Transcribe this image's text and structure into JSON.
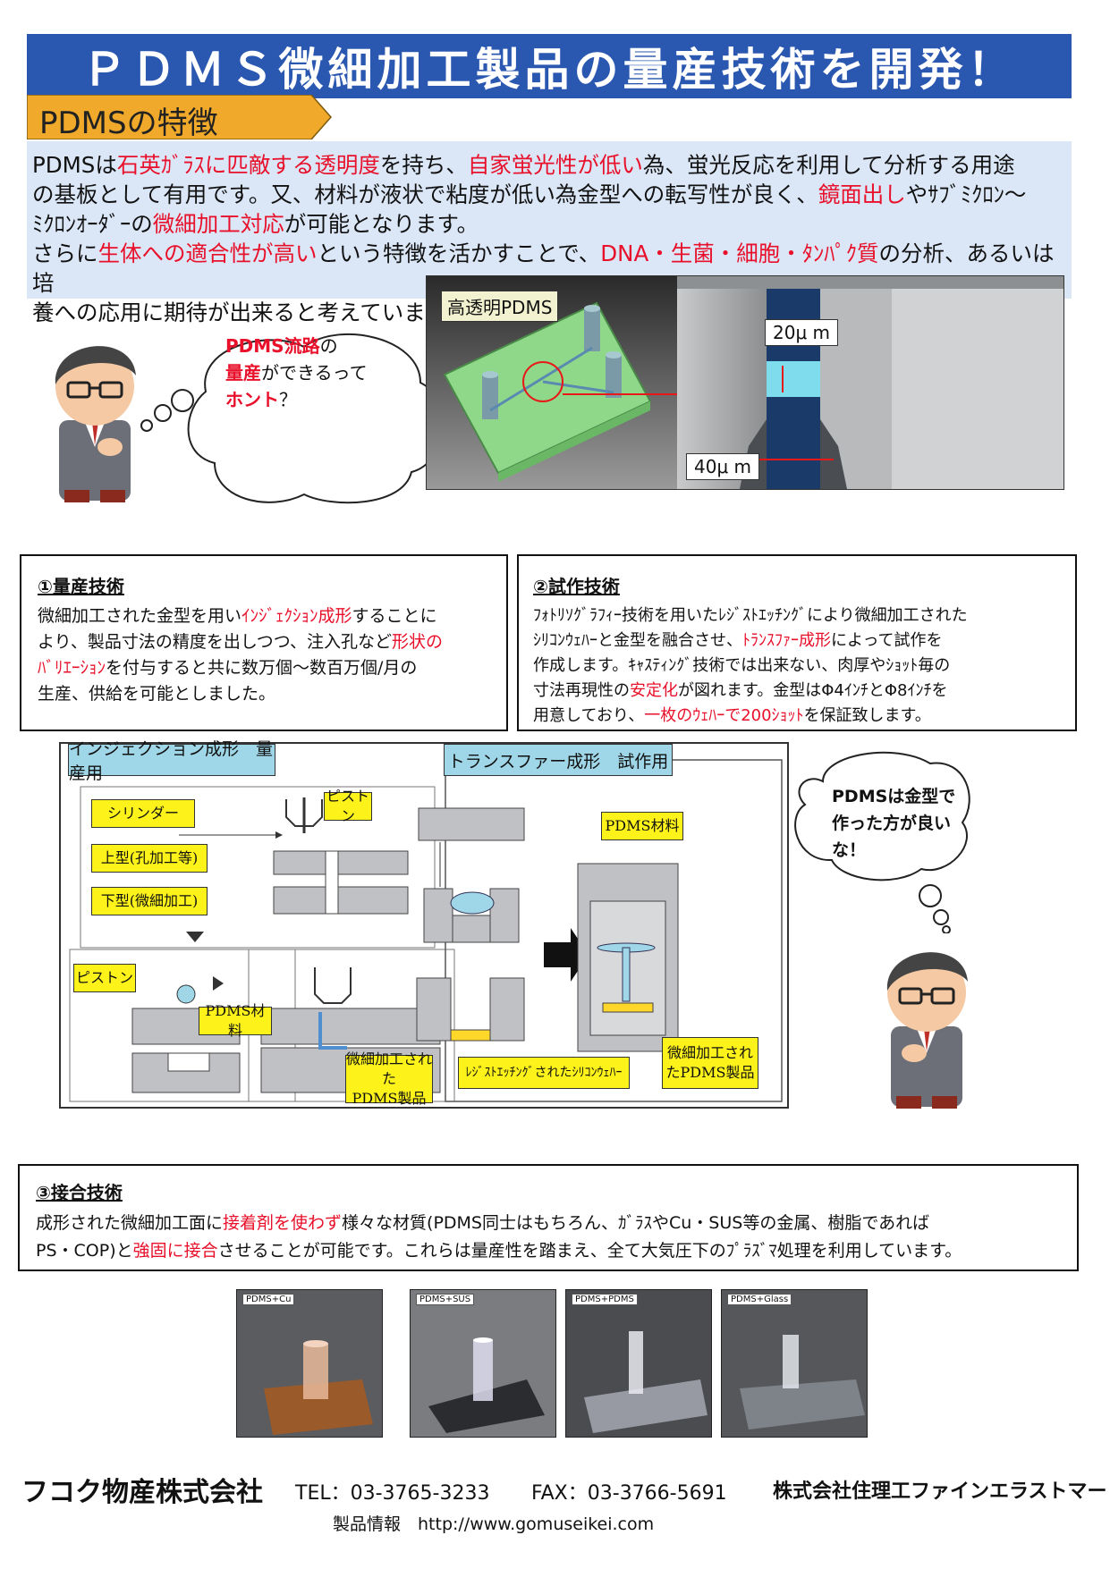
{
  "title": "ＰＤＭＳ微細加工製品の量産技術を開発！",
  "section_tab": "PDMSの特徴",
  "intro": {
    "l1_a": "PDMSは",
    "l1_b": "石英ｶﾞﾗｽに匹敵する透明度",
    "l1_c": "を持ち、",
    "l1_d": "自家蛍光性が低い",
    "l1_e": "為、蛍光反応を利用して分析する用途",
    "l2_a": "の基板として有用です。又、材料が液状で粘度が低い為金型への転写性が良く、",
    "l2_b": "鏡面出し",
    "l2_c": "やｻﾌﾞﾐｸﾛﾝ〜",
    "l3_a": "ﾐｸﾛﾝｵｰﾀﾞｰの",
    "l3_b": "微細加工対応",
    "l3_c": "が可能となります。",
    "l4_a": "さらに",
    "l4_b": "生体への適合性が高い",
    "l4_c": "という特徴を活かすことで、",
    "l4_d": "DNA・生菌・細胞・ﾀﾝﾊﾟｸ質",
    "l4_e": "の分析、あるいは培",
    "l5": "養への応用に期待が出来ると考えています。(耐溶剤用途としてﾌｯ素ｺﾞﾑもﾊﾞﾘｴｰｼｮﾝに加えております)"
  },
  "bubble1": {
    "a": "PDMS流路",
    "b": "の",
    "c": "量産",
    "d": "ができるって",
    "e": "ホント",
    "f": "？"
  },
  "pdms_image": {
    "label": "高透明PDMS",
    "dim_top": "20μ m",
    "dim_bottom": "40μ m"
  },
  "tech1": {
    "heading": "①量産技術",
    "l1_a": "微細加工された金型を用い",
    "l1_b": "ｲﾝｼﾞｪｸｼｮﾝ成形",
    "l1_c": "することに",
    "l2_a": "より、製品寸法の精度を出しつつ、注入孔など",
    "l2_b": "形状の",
    "l3_a": "ﾊﾞﾘｴｰｼｮﾝ",
    "l3_b": "を付与すると共に数万個〜数百万個/月の",
    "l4": "生産、供給を可能としました。"
  },
  "tech2": {
    "heading": "②試作技術",
    "l1": "ﾌｫﾄﾘｿｸﾞﾗﾌｨｰ技術を用いたﾚｼﾞｽﾄｴｯﾁﾝｸﾞにより微細加工された",
    "l2_a": "ｼﾘｺﾝｳｪﾊｰと金型を融合させ、",
    "l2_b": "ﾄﾗﾝｽﾌｧｰ成形",
    "l2_c": "によって試作を",
    "l3": "作成します。ｷｬｽﾃｨﾝｸﾞ技術では出来ない、肉厚やｼｮｯﾄ毎の",
    "l4_a": "寸法再現性の",
    "l4_b": "安定化",
    "l4_c": "が図れます。金型はΦ4ｲﾝﾁとΦ8ｲﾝﾁを",
    "l5_a": "用意しており、",
    "l5_b": "一枚のｳｪﾊｰで200ｼｮｯﾄ",
    "l5_c": "を保証致します。"
  },
  "diagram": {
    "injection_tab": "インジェクション成形　量産用",
    "transfer_tab": "トランスファー成形　試作用",
    "cylinder": "シリンダー",
    "piston_top": "ピストン",
    "upper_mold": "上型(孔加工等)",
    "lower_mold": "下型(微細加工)",
    "piston_bottom": "ピストン",
    "pdms_material_left": "PDMS材料",
    "product_left": "微細加工された\nPDMS製品",
    "pdms_material_right": "PDMS材料",
    "resist_wafer": "ﾚｼﾞｽﾄｴｯﾁﾝｸﾞされたｼﾘｺﾝｳｪﾊｰ",
    "product_right": "微細加工されたPDMS製品"
  },
  "bubble2": {
    "l1": "PDMSは金型で",
    "l2": "作った方が良い",
    "l3": "な！"
  },
  "tech3": {
    "heading": "③接合技術",
    "l1_a": "成形された微細加工面に",
    "l1_b": "接着剤を使わず",
    "l1_c": "様々な材質(PDMS同士はもちろん、ｶﾞﾗｽやCu・SUS等の金属、樹脂であれば",
    "l2_a": "PS・COP)と",
    "l2_b": "強固に接合",
    "l2_c": "させることが可能です。これらは量産性を踏まえ、全て大気圧下のﾌﾟﾗｽﾞﾏ処理を利用しています。"
  },
  "photos": [
    {
      "label": "PDMS+Cu"
    },
    {
      "label": "PDMS+SUS"
    },
    {
      "label": "PDMS+PDMS"
    },
    {
      "label": "PDMS+Glass"
    }
  ],
  "footer": {
    "company_left": "フコク物産株式会社",
    "tel": "TEL：03-3765-3233",
    "fax": "FAX：03-3766-5691",
    "company_right": "株式会社住理工ファインエラストマー",
    "product_info": "製品情報　http://www.gomuseikei.com"
  },
  "colors": {
    "title_bg": "#2a57b0",
    "tab_bg": "#f0a92a",
    "intro_bg": "#dbe7f7",
    "accent_red": "#e8102a",
    "label_yellow": "#fdf31b",
    "tab_cyan": "#9fd6e8"
  }
}
